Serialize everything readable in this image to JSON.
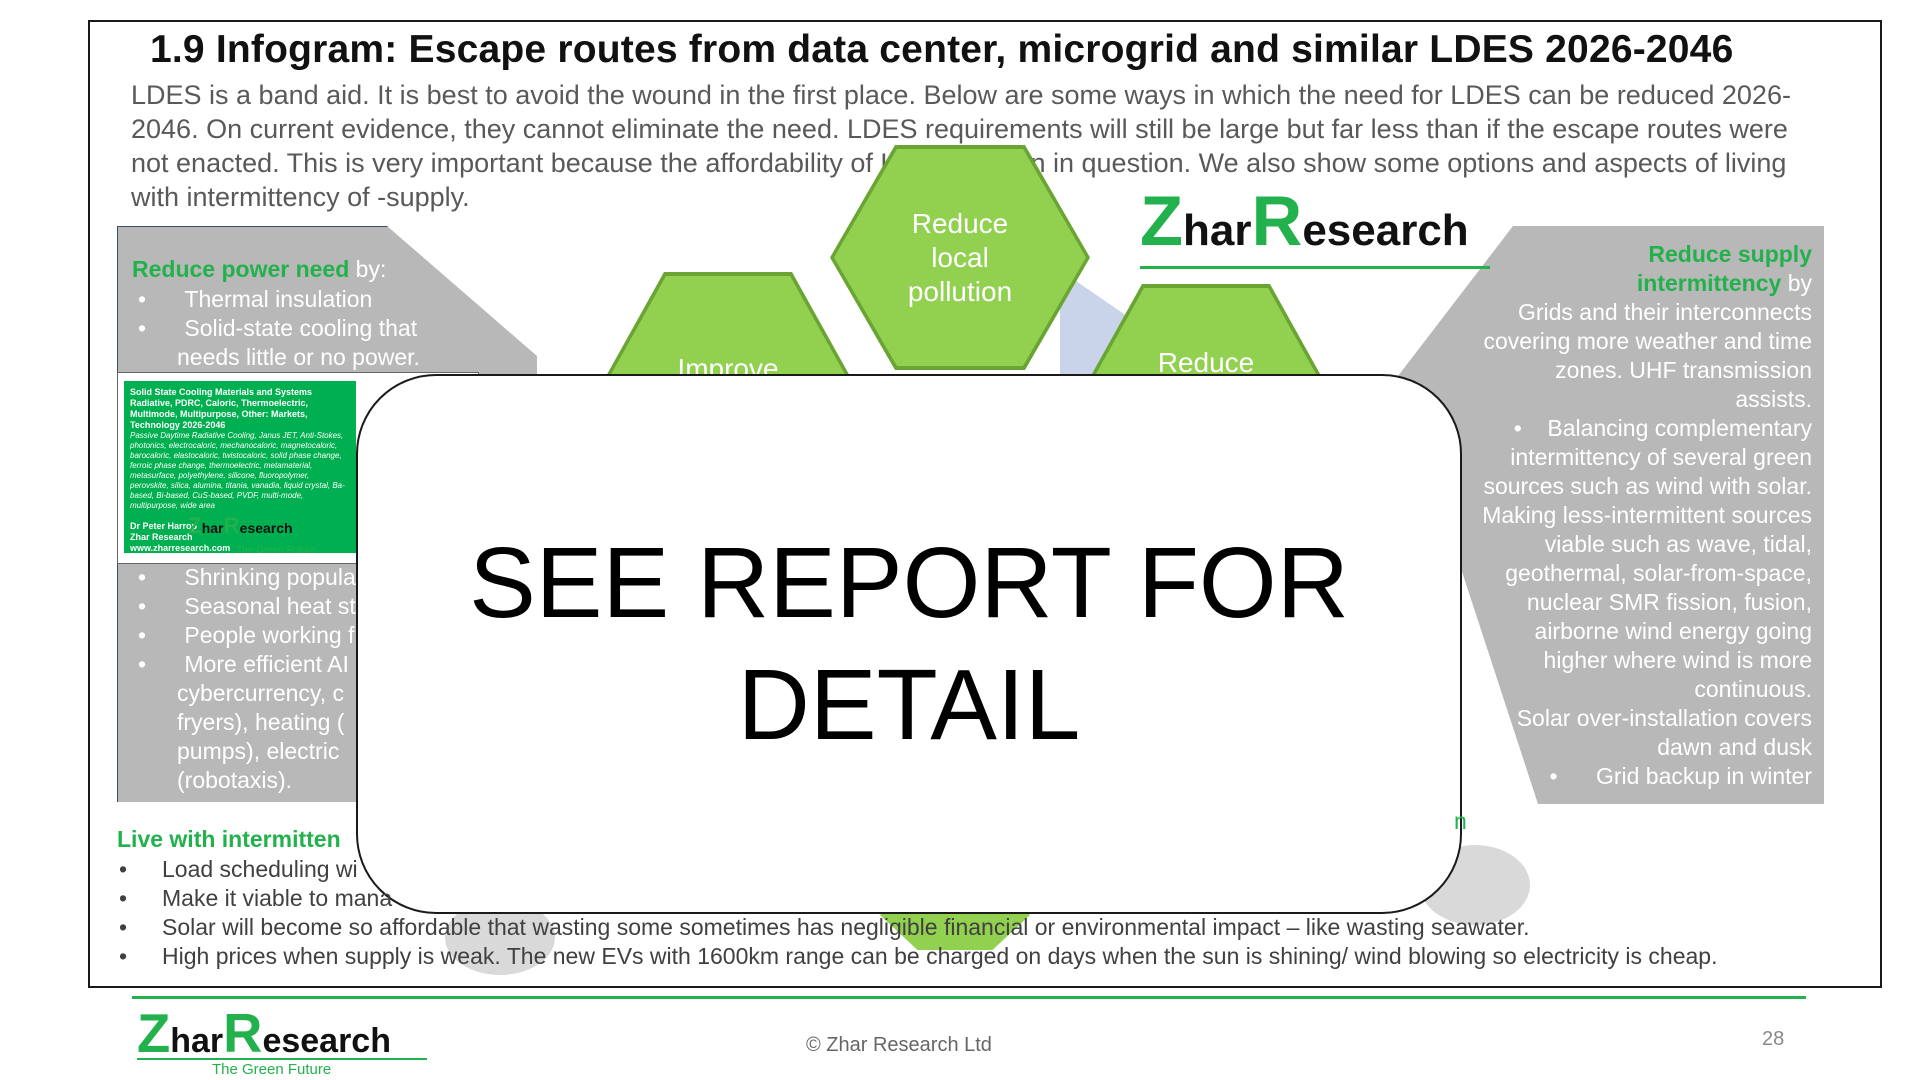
{
  "title": "1.9 Infogram: Escape routes from data center, microgrid and similar LDES 2026-2046",
  "intro": "LDES is a band aid. It is best to avoid the wound in the first place. Below are some ways in which the need for LDES can be reduced 2026-2046. On current evidence, they cannot eliminate the need. LDES requirements will still be large but far less than if the escape routes were not enacted. This is very important because the affordability of LDES is often in question. We also show some options and aspects of living with intermittency of -supply.",
  "left_panel": {
    "heading_green": "Reduce power need",
    "heading_rest": " by:",
    "bullets_top": [
      "Thermal insulation",
      "Solid-state cooling that",
      "needs little or no power."
    ],
    "bullets_bottom": [
      "Shrinking popula",
      "Seasonal heat st",
      "People working f",
      "More efficient AI",
      "cybercurrency, c",
      "fryers), heating (",
      "pumps), electric",
      "(robotaxis)."
    ]
  },
  "right_panel": {
    "heading_green_1": "Reduce supply",
    "heading_green_2": "intermittency",
    "heading_rest": " by",
    "lines": [
      "Grids and their interconnects",
      "covering more weather and time",
      "zones. UHF transmission",
      "assists.",
      "Balancing complementary",
      "intermittency of several green",
      "sources such as wind with solar.",
      "Making less-intermittent sources",
      "viable such as wave, tidal,",
      "geothermal, solar-from-space,",
      "nuclear SMR fission, fusion,",
      "airborne wind energy going",
      "higher where wind is more",
      "continuous.",
      "Solar over-installation covers",
      "dawn and dusk",
      "Grid backup in winter"
    ]
  },
  "hexagons": {
    "top": "Reduce local pollution",
    "left": "Improve",
    "right": "Reduce"
  },
  "book": {
    "title": "Solid State Cooling Materials and Systems Radiative, PDRC, Caloric, Thermoelectric, Multimode, Multipurpose, Other: Markets, Technology 2026-2046",
    "subtitle": "Passive Daytime Radiative Cooling, Janus JET, Anti-Stokes, photonics, electrocaloric, mechanocaloric, magnetocaloric, barocaloric, elastocaloric, twistocaloric, solid phase change, ferroic phase change, thermoelectric, metamaterial, metasurface, polyethylene, silicone, fluoropolymer, perovskite, silica, alumina, titania, vanadia, liquid crystal, Ba-based, Bi-based, CuS-based, PVDF, multi-mode, multipurpose, wide area",
    "author": "Dr Peter Harrop",
    "org": "Zhar Research",
    "site": "www.zharresearch.com",
    "tagline": "The Green Future"
  },
  "logo": {
    "z": "Z",
    "har": "har",
    "r": "R",
    "esearch": "esearch",
    "tagline": "The Green Future"
  },
  "overlay": {
    "line1": "SEE REPORT FOR",
    "line2": "DETAIL"
  },
  "live": {
    "heading": "Live with intermitten",
    "bullets": [
      "Load scheduling wi",
      "Make it viable to mana",
      "Solar will become so affordable that wasting some sometimes has negligible financial or environmental impact – like wasting seawater.",
      "High prices when supply is weak. The new EVs with 1600km range can be charged on days when the sun is shining/ wind blowing so electricity is cheap."
    ]
  },
  "stray_right": "n",
  "footer": {
    "copyright": "© Zhar Research Ltd",
    "page": "28"
  }
}
